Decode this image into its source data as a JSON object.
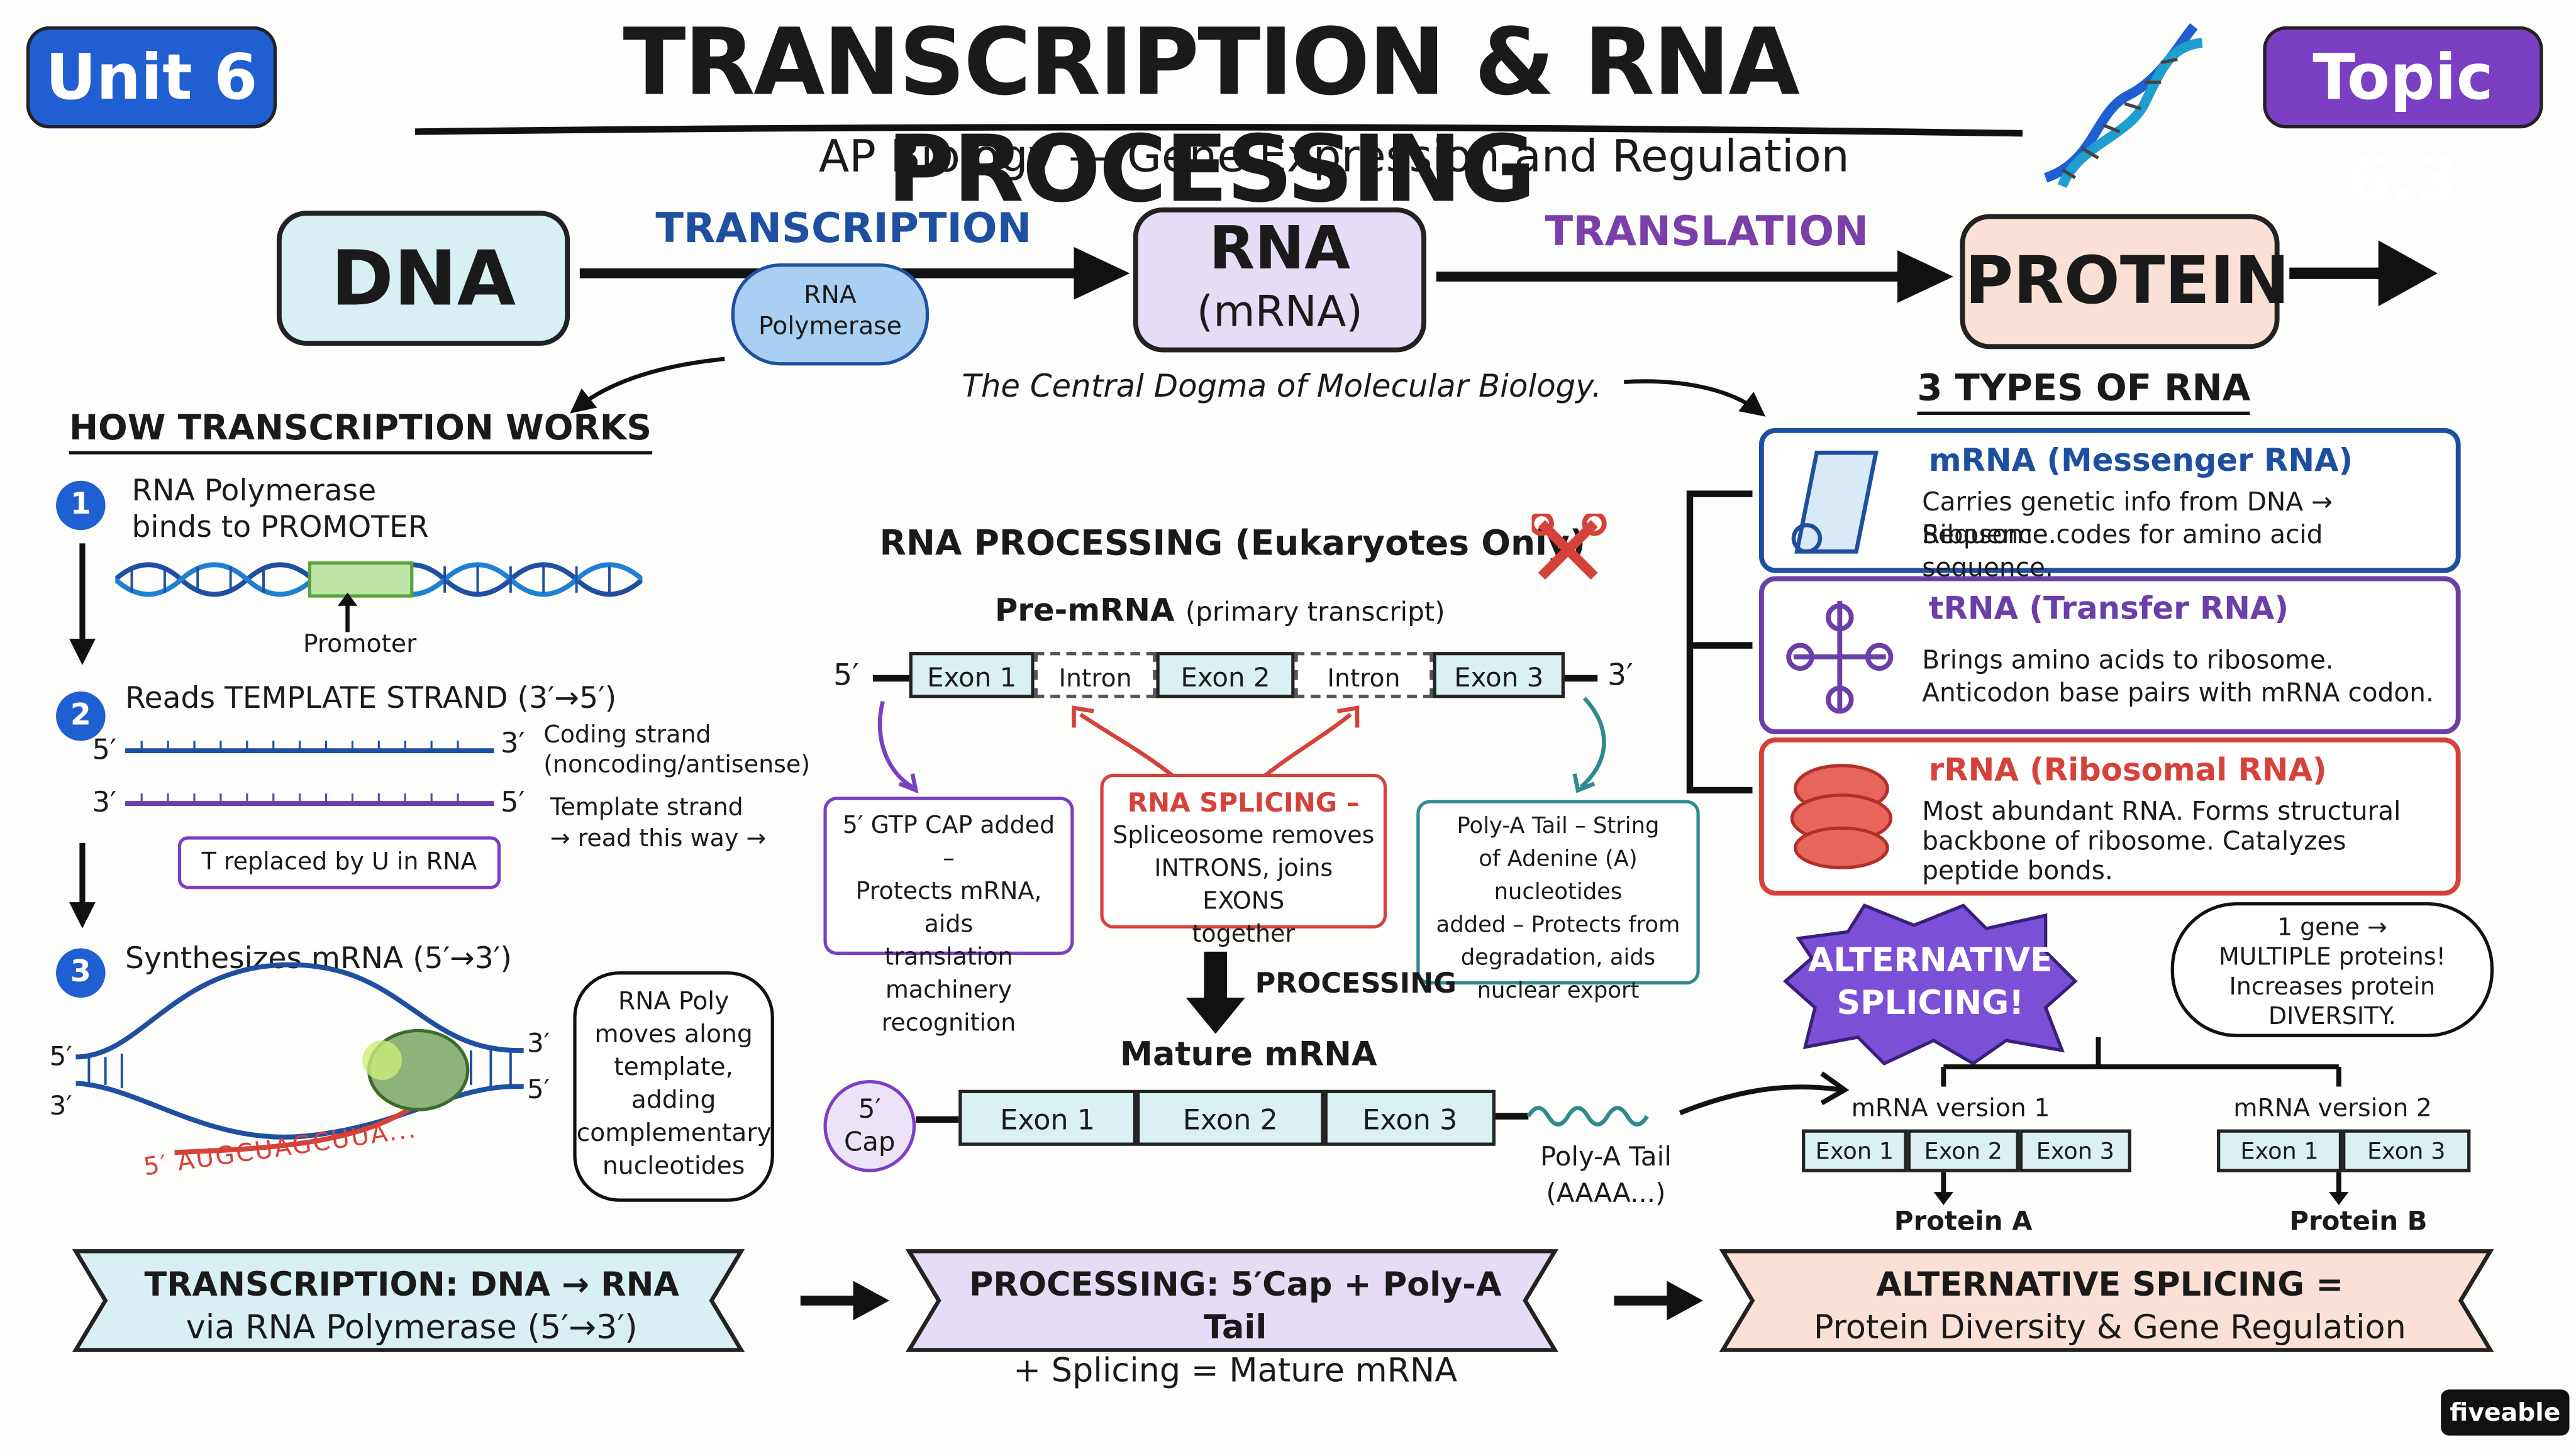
{
  "header": {
    "unit_badge": "Unit 6",
    "topic_badge": "Topic 6.3",
    "title": "TRANSCRIPTION & RNA PROCESSING",
    "subtitle": "AP Biology — Gene Expression and Regulation"
  },
  "central_dogma": {
    "dna": "DNA",
    "rna_line1": "RNA",
    "rna_line2": "(mRNA)",
    "protein": "PROTEIN",
    "transcription_label": "TRANSCRIPTION",
    "translation_label": "TRANSLATION",
    "polymerase_line1": "RNA",
    "polymerase_line2": "Polymerase",
    "caption": "The Central Dogma of Molecular Biology."
  },
  "how_transcription": {
    "heading": "HOW TRANSCRIPTION WORKS",
    "step1_num": "1",
    "step1_line1": "RNA Polymerase",
    "step1_line2": "binds to PROMOTER",
    "promoter_label": "Promoter",
    "step2_num": "2",
    "step2_text": "Reads TEMPLATE STRAND (3′→5′)",
    "end_5_top": "5′",
    "end_3_top": "3′",
    "end_3_bottom": "3′",
    "end_5_bottom": "5′",
    "coding_strand_line1": "Coding strand",
    "coding_strand_line2": "(noncoding/antisense)",
    "template_strand_line1": "Template strand",
    "template_strand_line2": "→ read this way →",
    "t_replaced": "T replaced by U in RNA",
    "step3_num": "3",
    "step3_text": "Synthesizes mRNA (5′→3′)",
    "bubble_5_left": "5′",
    "bubble_3_left": "3′",
    "bubble_3_right": "3′",
    "bubble_5_right": "5′",
    "mrna_seq": "5′ AUGCUAGCUUA...",
    "speech_text": [
      "RNA Poly",
      "moves along",
      "template,",
      "adding",
      "complementary",
      "nucleotides"
    ]
  },
  "rna_processing": {
    "heading": "RNA PROCESSING (Eukaryotes Only)",
    "premrna_label": "Pre-mRNA",
    "premrna_sub": "(primary transcript)",
    "end5": "5′",
    "end3": "3′",
    "segments": [
      "Exon 1",
      "Intron",
      "Exon 2",
      "Intron",
      "Exon 3"
    ],
    "cap_callout": [
      "5′ GTP CAP added –",
      "Protects mRNA, aids",
      "translation machinery",
      "recognition"
    ],
    "splicing_title": "RNA SPLICING –",
    "splicing_callout": [
      "Spliceosome removes",
      "INTRONS, joins EXONS",
      "together"
    ],
    "polya_callout": [
      "Poly-A Tail – String",
      "of Adenine (A) nucleotides",
      "added – Protects from",
      "degradation, aids",
      "nuclear export"
    ],
    "processing_label": "PROCESSING",
    "mature_label": "Mature mRNA",
    "cap_line1": "5′",
    "cap_line2": "Cap",
    "mature_exons": [
      "Exon 1",
      "Exon 2",
      "Exon 3"
    ],
    "polya_label_line1": "Poly-A Tail",
    "polya_label_line2": "(AAAA...)"
  },
  "rna_types": {
    "heading": "3 TYPES OF RNA",
    "cards": [
      {
        "title": "mRNA (Messenger RNA)",
        "line1": "Carries genetic info from DNA → Ribosome.",
        "line2": "Sequence codes for amino acid sequence.",
        "line3": ""
      },
      {
        "title": "tRNA (Transfer RNA)",
        "line1": "Brings amino acids to ribosome.",
        "line2": "Anticodon base pairs with mRNA codon.",
        "line3": ""
      },
      {
        "title": "rRNA (Ribosomal RNA)",
        "line1": "Most abundant RNA. Forms structural",
        "line2": "backbone of ribosome.  Catalyzes",
        "line3": "peptide bonds."
      }
    ]
  },
  "alternative": {
    "badge_line1": "ALTERNATIVE",
    "badge_line2": "SPLICING!",
    "bubble": [
      "1 gene →",
      "MULTIPLE proteins!",
      "Increases protein",
      "DIVERSITY."
    ],
    "v1_label": "mRNA version 1",
    "v1_exons": [
      "Exon 1",
      "Exon 2",
      "Exon 3"
    ],
    "v1_protein": "Protein A",
    "v2_label": "mRNA version 2",
    "v2_exons": [
      "Exon 1",
      "Exon 3"
    ],
    "v2_protein": "Protein B"
  },
  "summary": {
    "b1_line1": "TRANSCRIPTION: DNA → RNA",
    "b1_line2": "via RNA Polymerase (5′→3′)",
    "b2_line1": "PROCESSING: 5′Cap + Poly-A Tail",
    "b2_line2": "+ Splicing = Mature mRNA",
    "b3_line1": "ALTERNATIVE SPLICING =",
    "b3_line2": "Protein Diversity & Gene Regulation"
  },
  "brand": "fiveable",
  "colors": {
    "unit_blue": "#1f5fd1",
    "topic_purple": "#7a3fc2",
    "dna_box": "#d8f0f3",
    "rna_box": "#e6dcf5",
    "protein_box": "#fbe0d6",
    "transcription_blue": "#1f4fa0",
    "translation_purple": "#7a3fa8",
    "mrna_blue": "#1d4f9e",
    "trna_purple": "#6b3fa8",
    "rrna_red": "#d6413a",
    "teal": "#2f8a8f"
  }
}
